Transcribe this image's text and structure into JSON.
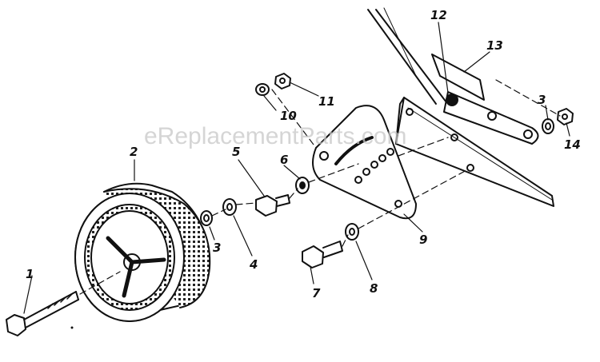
{
  "watermark": "eReplacementParts.com",
  "callouts": {
    "c1": "1",
    "c2": "2",
    "c3a": "3",
    "c3b": "3",
    "c4": "4",
    "c5": "5",
    "c6": "6",
    "c7": "7",
    "c8": "8",
    "c9": "9",
    "c10": "10",
    "c11": "11",
    "c12": "12",
    "c13": "13",
    "c14": "14"
  },
  "colors": {
    "ink": "#111111",
    "paper": "#ffffff",
    "watermark": "#c8c8c8"
  }
}
